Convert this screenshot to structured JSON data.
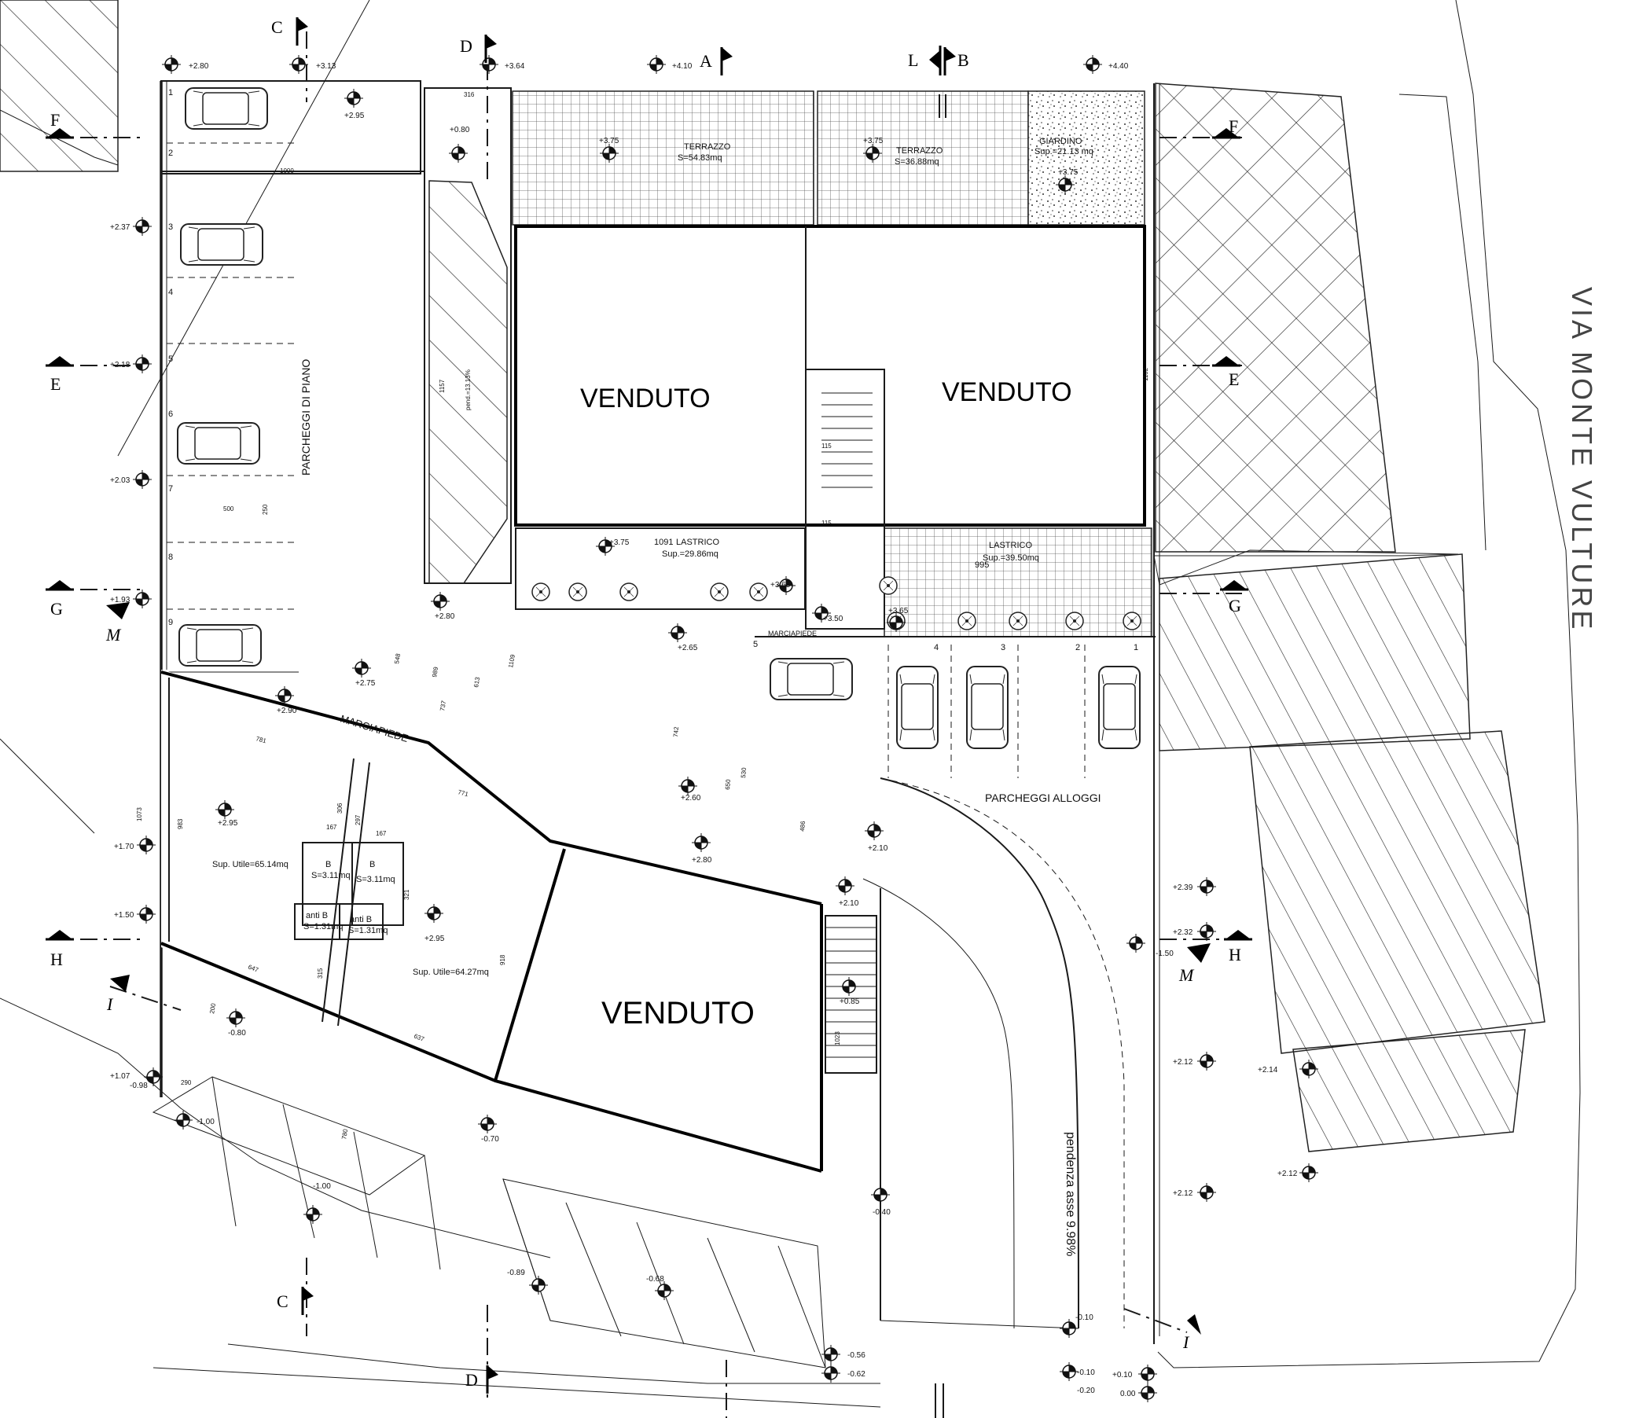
{
  "units": [
    {
      "key": "u1",
      "label": "VENDUTO"
    },
    {
      "key": "u2",
      "label": "VENDUTO"
    },
    {
      "key": "u3",
      "label": "VENDUTO"
    }
  ],
  "street": {
    "name": "VIA MONTE VULTURE"
  },
  "labels": {
    "parcheggi_piano": "PARCHEGGI DI PIANO",
    "parcheggi_alloggi": "PARCHEGGI ALLOGGI",
    "marciapiede_top": "MARCIAPIEDE",
    "marciapiede_diag": "MARCIAPIEDE",
    "pendenza": "pendenza asse 9.98%",
    "terrazzo1": "TERRAZZO",
    "terrazzo1_area": "S=54.83mq",
    "terrazzo2": "TERRAZZO",
    "terrazzo2_area": "S=36.88mq",
    "giardino": "GIARDINO",
    "giardino_area": "Sup.=21.13 mq",
    "lastrico1": "LASTRICO",
    "lastrico1_num": "1091",
    "lastrico1_area": "Sup.=29.86mq",
    "lastrico2": "LASTRICO",
    "lastrico2_area": "Sup.=39.50mq",
    "lastrico2_num": "995",
    "sup_utile1": "Sup. Utile=65.14mq",
    "sup_utile2": "Sup. Utile=64.27mq",
    "bath1": "B",
    "bath1_area": "S=3.11mq",
    "bath2": "B",
    "bath2_area": "S=3.11mq",
    "anti1": "anti B",
    "anti1_area": "S=1.31mq",
    "anti2": "anti B",
    "anti2_area": "S=1.31mq",
    "ramp_note": "pend.=13.13%"
  },
  "sections": [
    {
      "id": "sec-c-top",
      "text": "C"
    },
    {
      "id": "sec-d-top",
      "text": "D"
    },
    {
      "id": "sec-a-top",
      "text": "A"
    },
    {
      "id": "sec-l-top",
      "text": "L"
    },
    {
      "id": "sec-b-top",
      "text": "B"
    },
    {
      "id": "sec-f-left",
      "text": "F"
    },
    {
      "id": "sec-f-right",
      "text": "F"
    },
    {
      "id": "sec-e-left",
      "text": "E"
    },
    {
      "id": "sec-e-right",
      "text": "E"
    },
    {
      "id": "sec-g-left",
      "text": "G"
    },
    {
      "id": "sec-g-right",
      "text": "G"
    },
    {
      "id": "sec-m-left",
      "text": "M"
    },
    {
      "id": "sec-m-right",
      "text": "M"
    },
    {
      "id": "sec-h-left",
      "text": "H"
    },
    {
      "id": "sec-h-right",
      "text": "H"
    },
    {
      "id": "sec-i-left",
      "text": "I"
    },
    {
      "id": "sec-i-right",
      "text": "I"
    },
    {
      "id": "sec-c-bottom",
      "text": "C"
    },
    {
      "id": "sec-d-bottom",
      "text": "D"
    }
  ],
  "levels": [
    "+2.80",
    "+3.13",
    "+3.64",
    "+4.10",
    "+4.40",
    "+2.95",
    "+0.80",
    "+3.75",
    "+3.75",
    "+3.75",
    "+2.37",
    "+2.18",
    "+2.03",
    "+1.93",
    "+2.80",
    "+2.75",
    "+2.65",
    "+3.75",
    "+3.65",
    "+3.50",
    "+3.65",
    "+2.90",
    "+2.95",
    "+2.60",
    "+2.80",
    "+2.10",
    "+2.10",
    "+2.95",
    "+1.70",
    "+1.50",
    "+0.85",
    "-0.80",
    "+1.07",
    "-0.98",
    "-1.00",
    "-0.70",
    "-1.00",
    "-0.89",
    "-0.68",
    "-0.40",
    "-0.56",
    "-0.62",
    "-0.10",
    "-0.10",
    "+0.10",
    "-0.20",
    "0.00",
    "+2.39",
    "+2.32",
    "-1.50",
    "+2.12",
    "+2.14",
    "+2.12",
    "+2.12"
  ],
  "dims": {
    "d316": "316",
    "d1000": "1000",
    "d500": "500",
    "d250": "250",
    "d115a": "115",
    "d115b": "115",
    "d781": "781",
    "d771": "771",
    "d647": "647",
    "d637": "637",
    "d167a": "167",
    "d167b": "167",
    "d306": "306",
    "d297": "297",
    "d321": "321",
    "d315": "315",
    "d918": "918",
    "d1073": "1073",
    "d983": "983",
    "d548": "548",
    "d989": "989",
    "d737": "737",
    "d613": "613",
    "d1109": "1109",
    "d742": "742",
    "d650": "650",
    "d530": "530",
    "d486": "486",
    "d1023": "1023",
    "d1102": "1102",
    "d1157": "1157",
    "d780": "780",
    "d290": "290",
    "d200": "200"
  },
  "stall_numbers_left": [
    "1",
    "2",
    "3",
    "4",
    "5",
    "6",
    "7",
    "8",
    "9"
  ],
  "stall_numbers_right": [
    "4",
    "3",
    "2",
    "1",
    "5"
  ]
}
